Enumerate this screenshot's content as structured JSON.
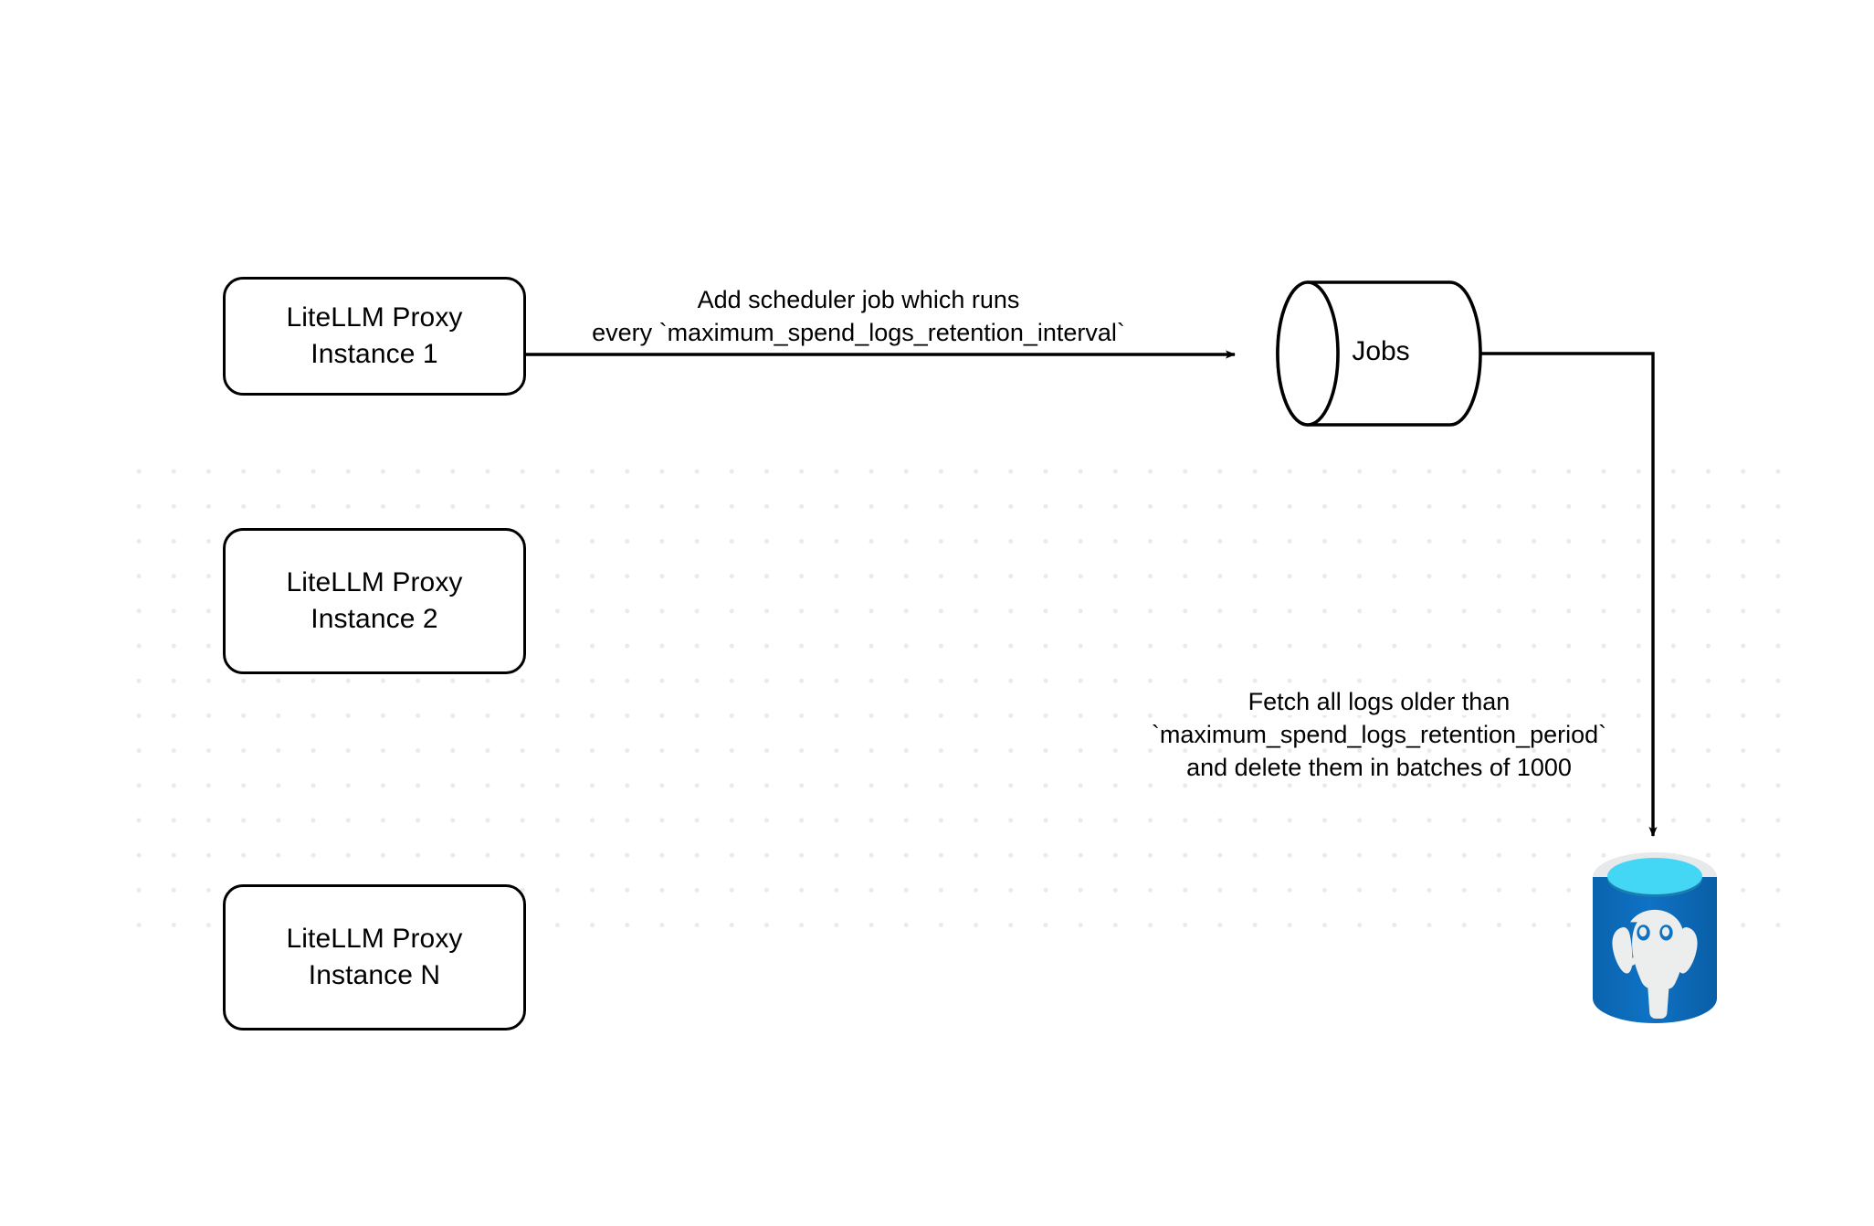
{
  "diagram": {
    "title": "LiteLLM spend logs retention scheduler flow",
    "background_color": "#ffffff",
    "dot_grid_color": "#e9eaec",
    "stroke_color": "#000000"
  },
  "nodes": {
    "instance_1": {
      "line1": "LiteLLM Proxy",
      "line2": "Instance 1"
    },
    "instance_2": {
      "line1": "LiteLLM Proxy",
      "line2": "Instance 2"
    },
    "instance_3": {
      "line1": "LiteLLM Proxy",
      "line2": "Instance N"
    },
    "jobs": {
      "label": "Jobs"
    },
    "database": {
      "label": "postgresql-database-icon",
      "brand_color": "#0d6bb5",
      "top_fill": "#43d6f5",
      "rim_color": "#e8e9ea"
    }
  },
  "edges": {
    "scheduler": {
      "line1": "Add scheduler",
      "line1b": " job which runs",
      "line2": "every `maximum_spend_logs_retention_interval`"
    },
    "fetch": {
      "line1": "Fetch all logs older than",
      "line2": "`maximum_spend_logs_retention_period`",
      "line3": "and delete them in batches of 1000"
    }
  }
}
